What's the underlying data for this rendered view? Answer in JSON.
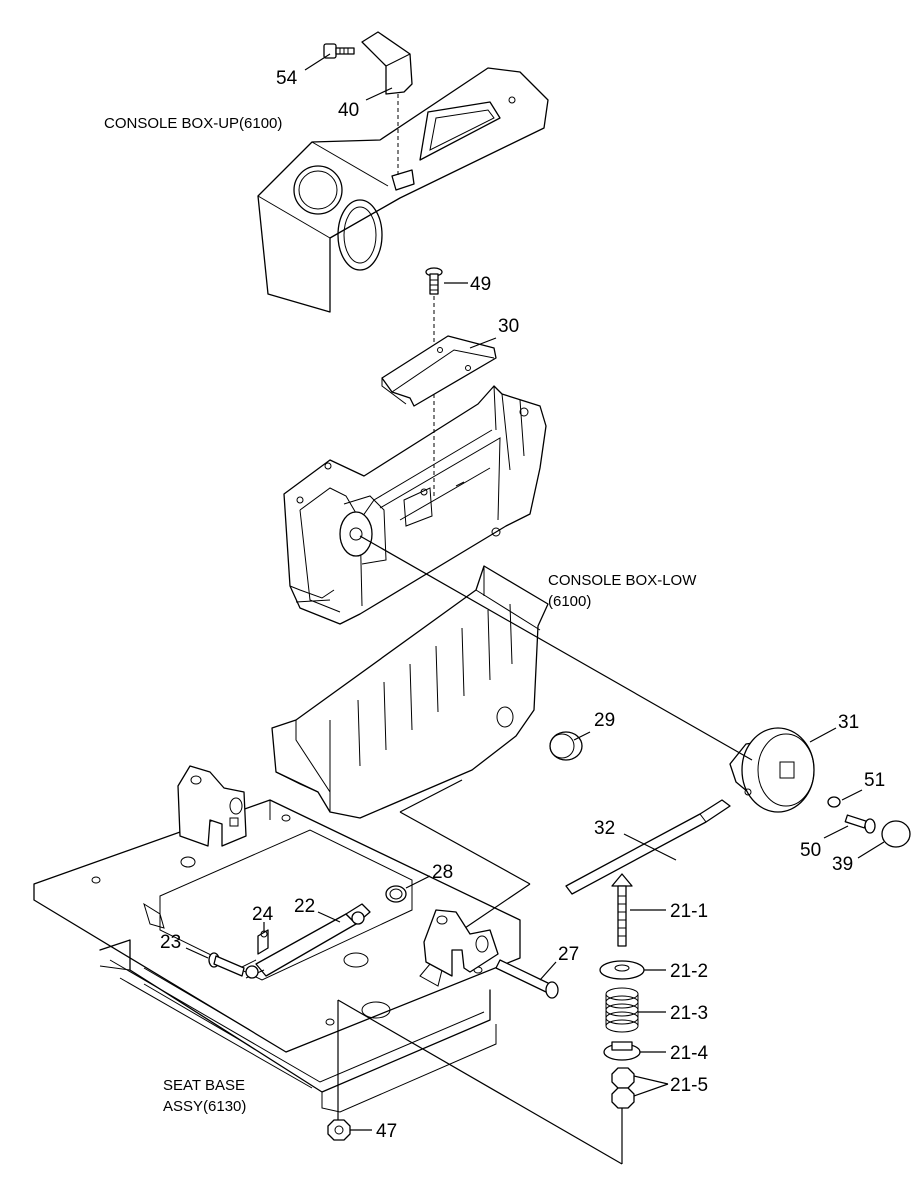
{
  "captions": {
    "console_up": "CONSOLE BOX-UP(6100)",
    "console_low_1": "CONSOLE BOX-LOW",
    "console_low_2": "(6100)",
    "seat_base_1": "SEAT BASE",
    "seat_base_2": "ASSY(6130)"
  },
  "callouts": {
    "p54": "54",
    "p40": "40",
    "p49": "49",
    "p30": "30",
    "p31": "31",
    "p29": "29",
    "p51": "51",
    "p50": "50",
    "p39": "39",
    "p32": "32",
    "p28": "28",
    "p24": "24",
    "p22": "22",
    "p23": "23",
    "p27": "27",
    "p21_1": "21-1",
    "p21_2": "21-2",
    "p21_3": "21-3",
    "p21_4": "21-4",
    "p21_5": "21-5",
    "p47": "47"
  }
}
